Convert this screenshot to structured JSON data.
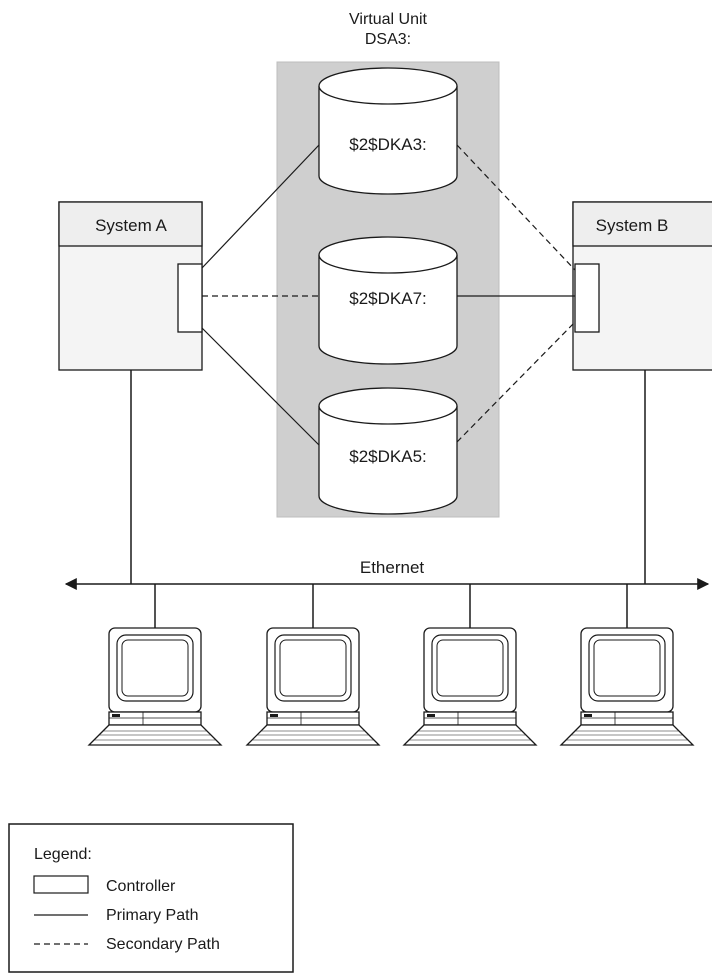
{
  "virtual_unit": {
    "line1": "Virtual Unit",
    "line2": "DSA3:"
  },
  "systems": {
    "a": "System A",
    "b": "System B"
  },
  "disks": [
    "$2$DKA3:",
    "$2$DKA7:",
    "$2$DKA5:"
  ],
  "network": {
    "label": "Ethernet"
  },
  "workstations": {
    "count": 4,
    "icon": "workstation-icon"
  },
  "legend": {
    "title": "Legend:",
    "items": [
      {
        "symbol": "controller-box",
        "label": "Controller"
      },
      {
        "symbol": "solid-line",
        "label": "Primary Path"
      },
      {
        "symbol": "dashed-line",
        "label": "Secondary Path"
      }
    ]
  },
  "colors": {
    "virtual_unit_fill": "#cfcfcf",
    "system_header_fill": "#eeeeee",
    "system_body_fill": "#f4f4f4",
    "stroke": "#1a1a1a"
  }
}
